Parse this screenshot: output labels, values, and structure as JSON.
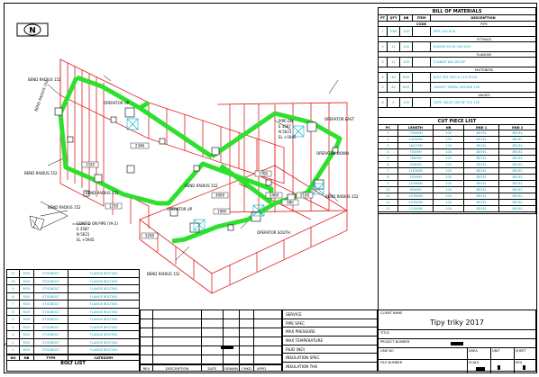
{
  "north_symbol": "N",
  "bom": {
    "title": "BILL OF MATERIALS",
    "headers": [
      "PT",
      "QTY",
      "NB",
      "ITEM CODE",
      "DESCRIPTION"
    ],
    "sections": [
      "PIPE",
      "FITTINGS",
      "FLANGES",
      "FASTENERS",
      "VALVES"
    ],
    "rows": [
      {
        "pt": "1",
        "qty": "53M",
        "nb": "100",
        "desc": "PIPE 100 SCH"
      },
      {
        "pt": "2",
        "qty": "11",
        "nb": "100",
        "desc": "ELBOW 90 LR 100 SCH"
      },
      {
        "pt": "3",
        "qty": "11",
        "nb": "100",
        "desc": "FLANGE WN 100 RF"
      },
      {
        "pt": "4",
        "qty": "44",
        "nb": "M20",
        "desc": "BOLT SET M20 X 110 STUD"
      },
      {
        "pt": "5",
        "qty": "44",
        "nb": "M20",
        "desc": "GASKET SPIRAL WOUND 100"
      },
      {
        "pt": "6",
        "qty": "4",
        "nb": "100",
        "desc": "GATE VALVE 100 RF FLG 150"
      }
    ]
  },
  "cut_list": {
    "title": "CUT PIECE LIST",
    "headers": [
      "PC",
      "LENGTH",
      "NB",
      "END 1",
      "END 2"
    ],
    "rows": [
      {
        "pc": "1",
        "len": "7356MM",
        "nb": "100",
        "e1": "BEVEL",
        "e2": "BEVEL"
      },
      {
        "pc": "2",
        "len": "1493MM",
        "nb": "100",
        "e1": "BEVEL",
        "e2": "BEVEL"
      },
      {
        "pc": "3",
        "len": "1647MM",
        "nb": "100",
        "e1": "BEVEL",
        "e2": "BEVEL"
      },
      {
        "pc": "4",
        "len": "705MM",
        "nb": "100",
        "e1": "BEVEL",
        "e2": "BEVEL"
      },
      {
        "pc": "5",
        "len": "789MM",
        "nb": "100",
        "e1": "BEVEL",
        "e2": "BEVEL"
      },
      {
        "pc": "6",
        "len": "456MM",
        "nb": "100",
        "e1": "BEVEL",
        "e2": "BEVEL"
      },
      {
        "pc": "7",
        "len": "1163MM",
        "nb": "100",
        "e1": "BEVEL",
        "e2": "BEVEL"
      },
      {
        "pc": "8",
        "len": "555MM",
        "nb": "100",
        "e1": "BEVEL",
        "e2": "BEVEL"
      },
      {
        "pc": "9",
        "len": "2578MM",
        "nb": "100",
        "e1": "BEVEL",
        "e2": "BEVEL"
      },
      {
        "pc": "10",
        "len": "855MM",
        "nb": "100",
        "e1": "BEVEL",
        "e2": "BEVEL"
      },
      {
        "pc": "11",
        "len": "1076MM",
        "nb": "100",
        "e1": "BEVEL",
        "e2": "BEVEL"
      },
      {
        "pc": "12",
        "len": "4376MM",
        "nb": "100",
        "e1": "BEVEL",
        "e2": "BEVEL"
      },
      {
        "pc": "13",
        "len": "1234MM",
        "nb": "100",
        "e1": "BEVEL",
        "e2": "BEVEL"
      }
    ]
  },
  "bolt_list": {
    "title": "BOLT LIST",
    "headers": [
      "NO",
      "NB",
      "TYPE",
      "CATEGORY"
    ],
    "rows": [
      {
        "no": "11",
        "nb": "M20",
        "type": "STUDBOLT",
        "cat": "FLANGE BOLTING"
      },
      {
        "no": "10",
        "nb": "M20",
        "type": "STUDBOLT",
        "cat": "FLANGE BOLTING"
      },
      {
        "no": "9",
        "nb": "M20",
        "type": "STUDBOLT",
        "cat": "FLANGE BOLTING"
      },
      {
        "no": "8",
        "nb": "M20",
        "type": "STUDBOLT",
        "cat": "FLANGE BOLTING"
      },
      {
        "no": "7",
        "nb": "M20",
        "type": "STUDBOLT",
        "cat": "FLANGE BOLTING"
      },
      {
        "no": "6",
        "nb": "M20",
        "type": "STUDBOLT",
        "cat": "FLANGE BOLTING"
      },
      {
        "no": "5",
        "nb": "M20",
        "type": "STUDBOLT",
        "cat": "FLANGE BOLTING"
      },
      {
        "no": "4",
        "nb": "M20",
        "type": "STUDBOLT",
        "cat": "FLANGE BOLTING"
      },
      {
        "no": "3",
        "nb": "M20",
        "type": "STUDBOLT",
        "cat": "FLANGE BOLTING"
      },
      {
        "no": "2",
        "nb": "M20",
        "type": "STUDBOLT",
        "cat": "FLANGE BOLTING"
      },
      {
        "no": "1",
        "nb": "M20",
        "type": "STUDBOLT",
        "cat": "FLANGE BOLTING"
      }
    ]
  },
  "revision_block": {
    "headers": [
      "REV",
      "DESCRIPTION",
      "DATE",
      "DRAWN",
      "CHKD",
      "APPD"
    ]
  },
  "spec_block": {
    "labels": [
      "SERVICE",
      "PIPE SPEC",
      "MAX PRESSURE",
      "MAX TEMPERATURE",
      "P&ID (NO)",
      "INSULATION SPEC",
      "INSULATION THK"
    ]
  },
  "title_block": {
    "label_client": "CLIENT NAME",
    "title": "Tipy triky 2017",
    "label_title": "TITLE",
    "label_project": "PROJECT NUMBER",
    "label_line": "LINE NO",
    "label_area": "AREA",
    "label_unit": "UNIT",
    "label_sheet": "SHEET",
    "label_file": "FILE NUMBER",
    "label_scale": "SCALE",
    "label_rev": "REV"
  },
  "annotations": {
    "bend_radius_1": "BEND RADIUS 152",
    "bend_radius_2": "BEND RADIUS 152",
    "bend_radius_3": "BEND RADIUS 152",
    "bend_radius_4": "BEND RADIUS 152",
    "bend_radius_5": "BEND RADIUS 152",
    "bend_radius_6": "BEND RADIUS 152",
    "bend_radius_7": "BEND RADIUS 152",
    "operator_east": "OPERATOR EAST",
    "operator_up": "OPERATOR UP",
    "operator_down": "OPERATOR DOWN",
    "operator_south": "OPERATOR SOUTH",
    "continued": "CONT'D ON PIPE (YA-2)",
    "cont_e": "E 3587",
    "cont_n": "N 5621",
    "cont_el": "EL +5945",
    "pipe_dn": "PIPE DN",
    "dim_1": "2346",
    "dim_2": "1520",
    "dim_3": "3000",
    "dim_4": "2460",
    "dim_5": "1900",
    "dim_6": "3200",
    "dim_7": "1250",
    "dim_8": "2100",
    "dim_9": "980",
    "dim_10": "1760"
  }
}
